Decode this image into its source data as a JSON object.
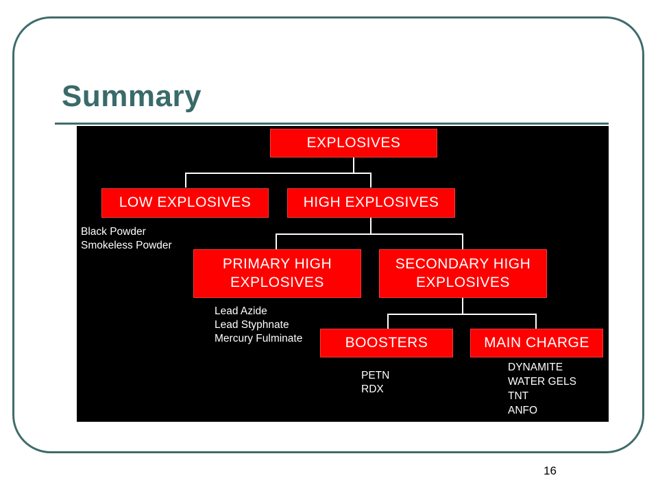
{
  "slide": {
    "title": "Summary",
    "page_number": "16"
  },
  "diagram": {
    "root": {
      "label": "EXPLOSIVES"
    },
    "low": {
      "label": "LOW EXPLOSIVES",
      "examples": [
        "Black Powder",
        "Smokeless Powder"
      ]
    },
    "high": {
      "label": "HIGH EXPLOSIVES"
    },
    "primary": {
      "label_line1": "PRIMARY HIGH",
      "label_line2": "EXPLOSIVES",
      "examples": [
        "Lead Azide",
        "Lead Styphnate",
        "Mercury Fulminate"
      ]
    },
    "secondary": {
      "label_line1": "SECONDARY HIGH",
      "label_line2": "EXPLOSIVES"
    },
    "boosters": {
      "label": "BOOSTERS",
      "examples": [
        "PETN",
        "RDX"
      ]
    },
    "main_charge": {
      "label": "MAIN CHARGE",
      "examples": [
        "DYNAMITE",
        "WATER GELS",
        "TNT",
        "ANFO"
      ]
    },
    "colors": {
      "node_fill": "#ff0000",
      "background": "#000000",
      "text": "#ffffff"
    }
  }
}
